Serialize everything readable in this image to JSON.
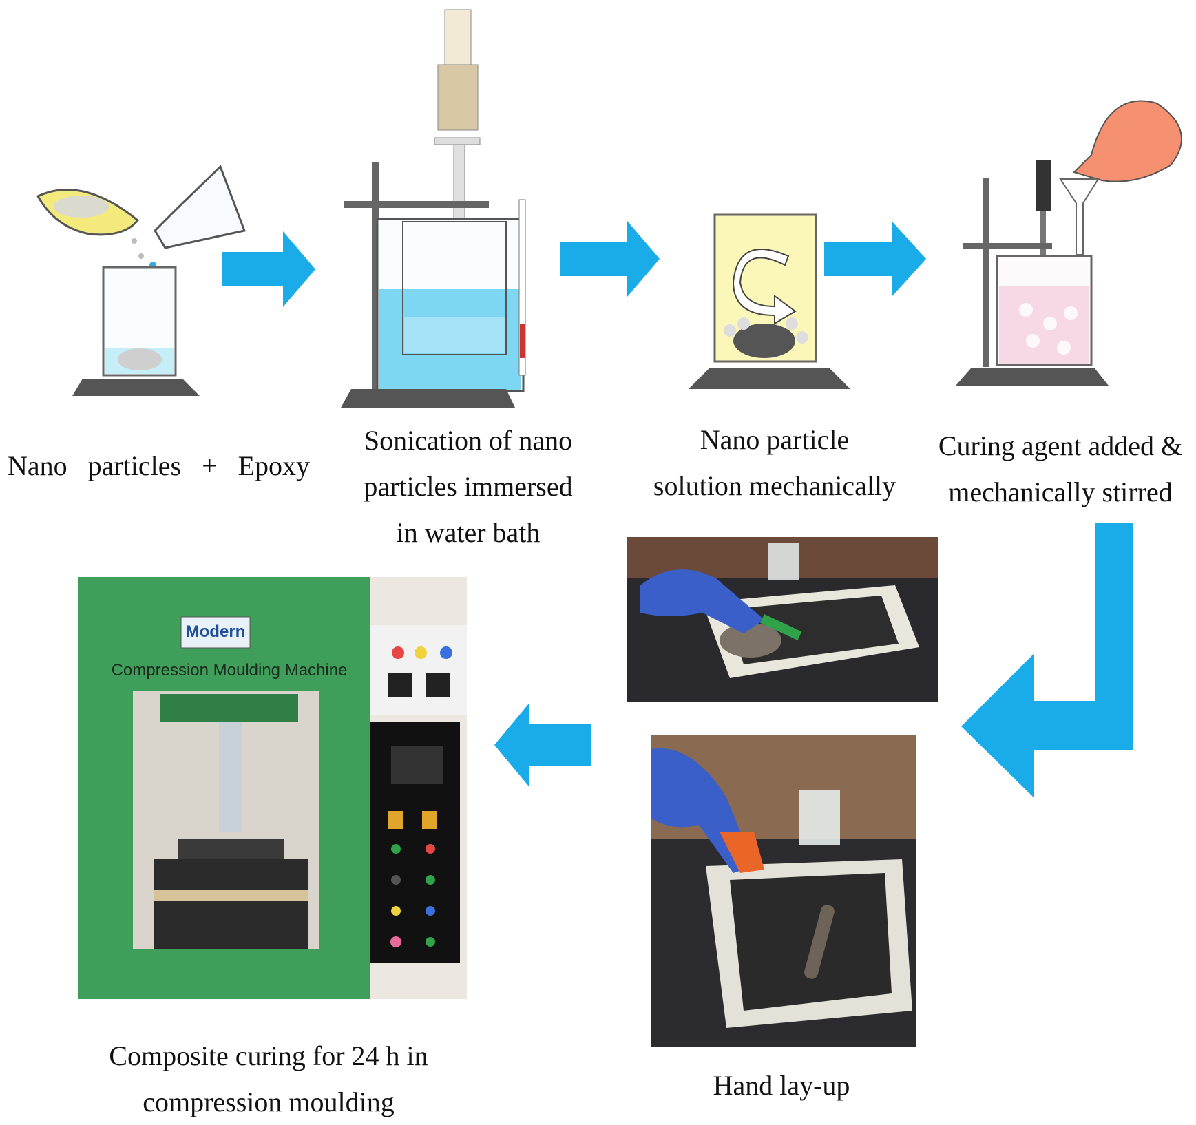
{
  "steps": [
    {
      "id": "step1",
      "caption_lines": [
        "Nano   particles   +   Epoxy"
      ]
    },
    {
      "id": "step2",
      "caption_lines": [
        "Sonication of nano",
        "particles immersed",
        "in water bath"
      ]
    },
    {
      "id": "step3",
      "caption_lines": [
        "Nano particle",
        "solution mechanically"
      ]
    },
    {
      "id": "step4",
      "caption_lines": [
        "Curing agent added &",
        "mechanically stirred"
      ]
    },
    {
      "id": "step5",
      "caption_lines": [
        "Hand lay-up"
      ]
    },
    {
      "id": "step6",
      "caption_lines": [
        "Composite curing for 24 h in",
        "compression moulding"
      ]
    }
  ],
  "machine": {
    "brand": "Modern",
    "label": "Compression Moulding Machine"
  },
  "colors": {
    "arrow": "#19ace9",
    "water": "#7dd6f2",
    "yellow_solution": "#fbf7b8",
    "pink_solution": "#f6d9e4",
    "machine_green": "#3f9e5a",
    "glove_blue": "#3b5fc9"
  }
}
